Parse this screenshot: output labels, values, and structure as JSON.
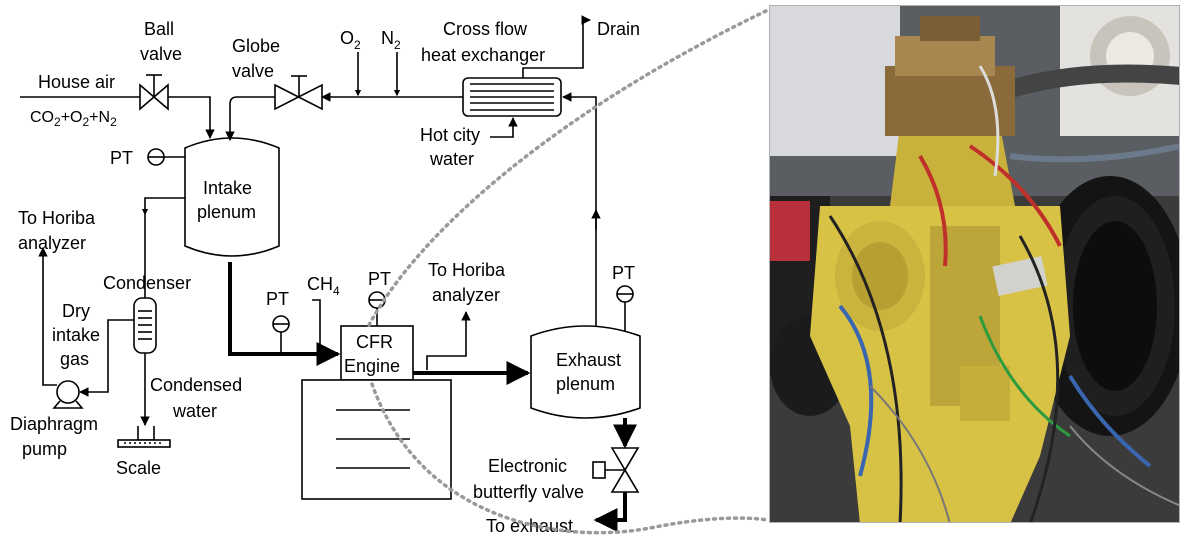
{
  "labels": {
    "house_air": "House air",
    "house_air_comp": "CO",
    "ball_valve_1": "Ball",
    "ball_valve_2": "valve",
    "globe_valve_1": "Globe",
    "globe_valve_2": "valve",
    "o2": "O",
    "n2": "N",
    "hx_1": "Cross flow",
    "hx_2": "heat exchanger",
    "drain": "Drain",
    "hot_water_1": "Hot city",
    "hot_water_2": "water",
    "pt": "PT",
    "intake_1": "Intake",
    "intake_2": "plenum",
    "horiba_left_1": "To Horiba",
    "horiba_left_2": "analyzer",
    "condenser": "Condenser",
    "dry_1": "Dry",
    "dry_2": "intake",
    "dry_3": "gas",
    "condensed_1": "Condensed",
    "condensed_2": "water",
    "pump_1": "Diaphragm",
    "pump_2": "pump",
    "scale": "Scale",
    "ch4": "CH",
    "horiba_right_1": "To Horiba",
    "horiba_right_2": "analyzer",
    "engine_1": "CFR",
    "engine_2": "Engine",
    "exhaust_1": "Exhaust",
    "exhaust_2": "plenum",
    "butterfly_1": "Electronic",
    "butterfly_2": "butterfly valve",
    "to_exhaust": "To exhaust"
  },
  "photo": {
    "description_icon": "engine-photo",
    "colors": {
      "engine_yellow": "#d8c246",
      "engine_shadow": "#9c8a2a",
      "background_dark": "#2a2a2a",
      "flywheel": "#141414",
      "cable_red": "#c0302a",
      "cable_blue": "#3a66b0"
    }
  }
}
